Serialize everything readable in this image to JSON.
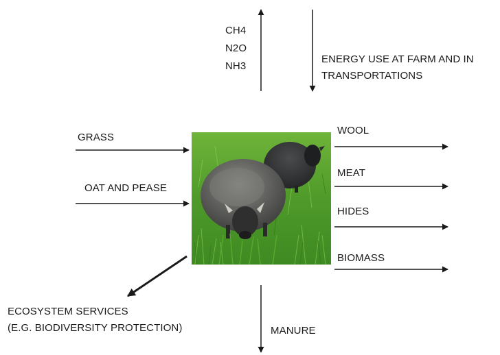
{
  "emissions": [
    "CH4",
    "N2O",
    "NH3"
  ],
  "energy_input": [
    "ENERGY USE AT FARM AND IN",
    "TRANSPORTATIONS"
  ],
  "inputs": [
    "GRASS",
    "OAT AND PEASE"
  ],
  "outputs": [
    "WOOL",
    "MEAT",
    "HIDES",
    "BIOMASS"
  ],
  "ecosystem_services": [
    "ECOSYSTEM SERVICES",
    "(E.G. BIODIVERSITY PROTECTION)"
  ],
  "manure": "MANURE",
  "photo": {
    "subject": "sheep-grazing-photo",
    "colors": {
      "grass": "#4f9a2a",
      "sheep": "#3a3b3c"
    }
  },
  "arrow_color": "#1a1a1a"
}
